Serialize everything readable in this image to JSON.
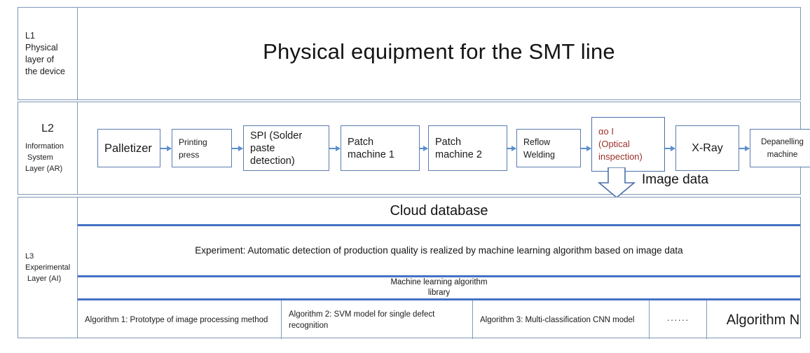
{
  "layers": {
    "l1": {
      "code": "L1",
      "description": "Physical\nlayer of\nthe device",
      "title": "Physical equipment for the SMT line"
    },
    "l2": {
      "code": "L2",
      "description": "Information\nSystem\nLayer (AR)",
      "process": [
        {
          "label": "Palletizer",
          "font": 16.5,
          "align": "left"
        },
        {
          "label": "Printing\npress",
          "font": 12,
          "align": "left"
        },
        {
          "label": "SPI (Solder\npaste detection)",
          "font": 14.5,
          "align": "left"
        },
        {
          "label": "Patch\nmachine 1",
          "font": 14.5,
          "align": "left"
        },
        {
          "label": "Patch\nmachine 2",
          "font": 14.5,
          "align": "left"
        },
        {
          "label": "Reflow\nWelding",
          "font": 12.5,
          "align": "left"
        },
        {
          "label": "αo I\n(Optical\ninspection)",
          "font": 13,
          "align": "left"
        },
        {
          "label": "X-Ray",
          "font": 16,
          "align": "center"
        },
        {
          "label": "Depanelling\nmachine",
          "font": 11.5,
          "align": "center"
        }
      ],
      "image_data_label": "Image data"
    },
    "l3": {
      "code": "L3",
      "description": "L3\nExperimental\n Layer (AI)",
      "cloud_database": "Cloud database",
      "experiment": "Experiment: Automatic detection of production quality is realized by machine learning algorithm based on image data",
      "library": "Machine learning algorithm\nlibrary",
      "algorithms": [
        "Algorithm 1: Prototype of image processing method",
        "Algorithm 2: SVM model for single defect recognition",
        "Algorithm 3: Multi-classification CNN model",
        "······",
        "Algorithm N"
      ]
    }
  },
  "colors": {
    "frame": "#8097b8",
    "box_border": "#5b7cb0",
    "arrow": "#5b8fd0",
    "rule": "#4472c4",
    "aoi_text": "#9c3128"
  }
}
